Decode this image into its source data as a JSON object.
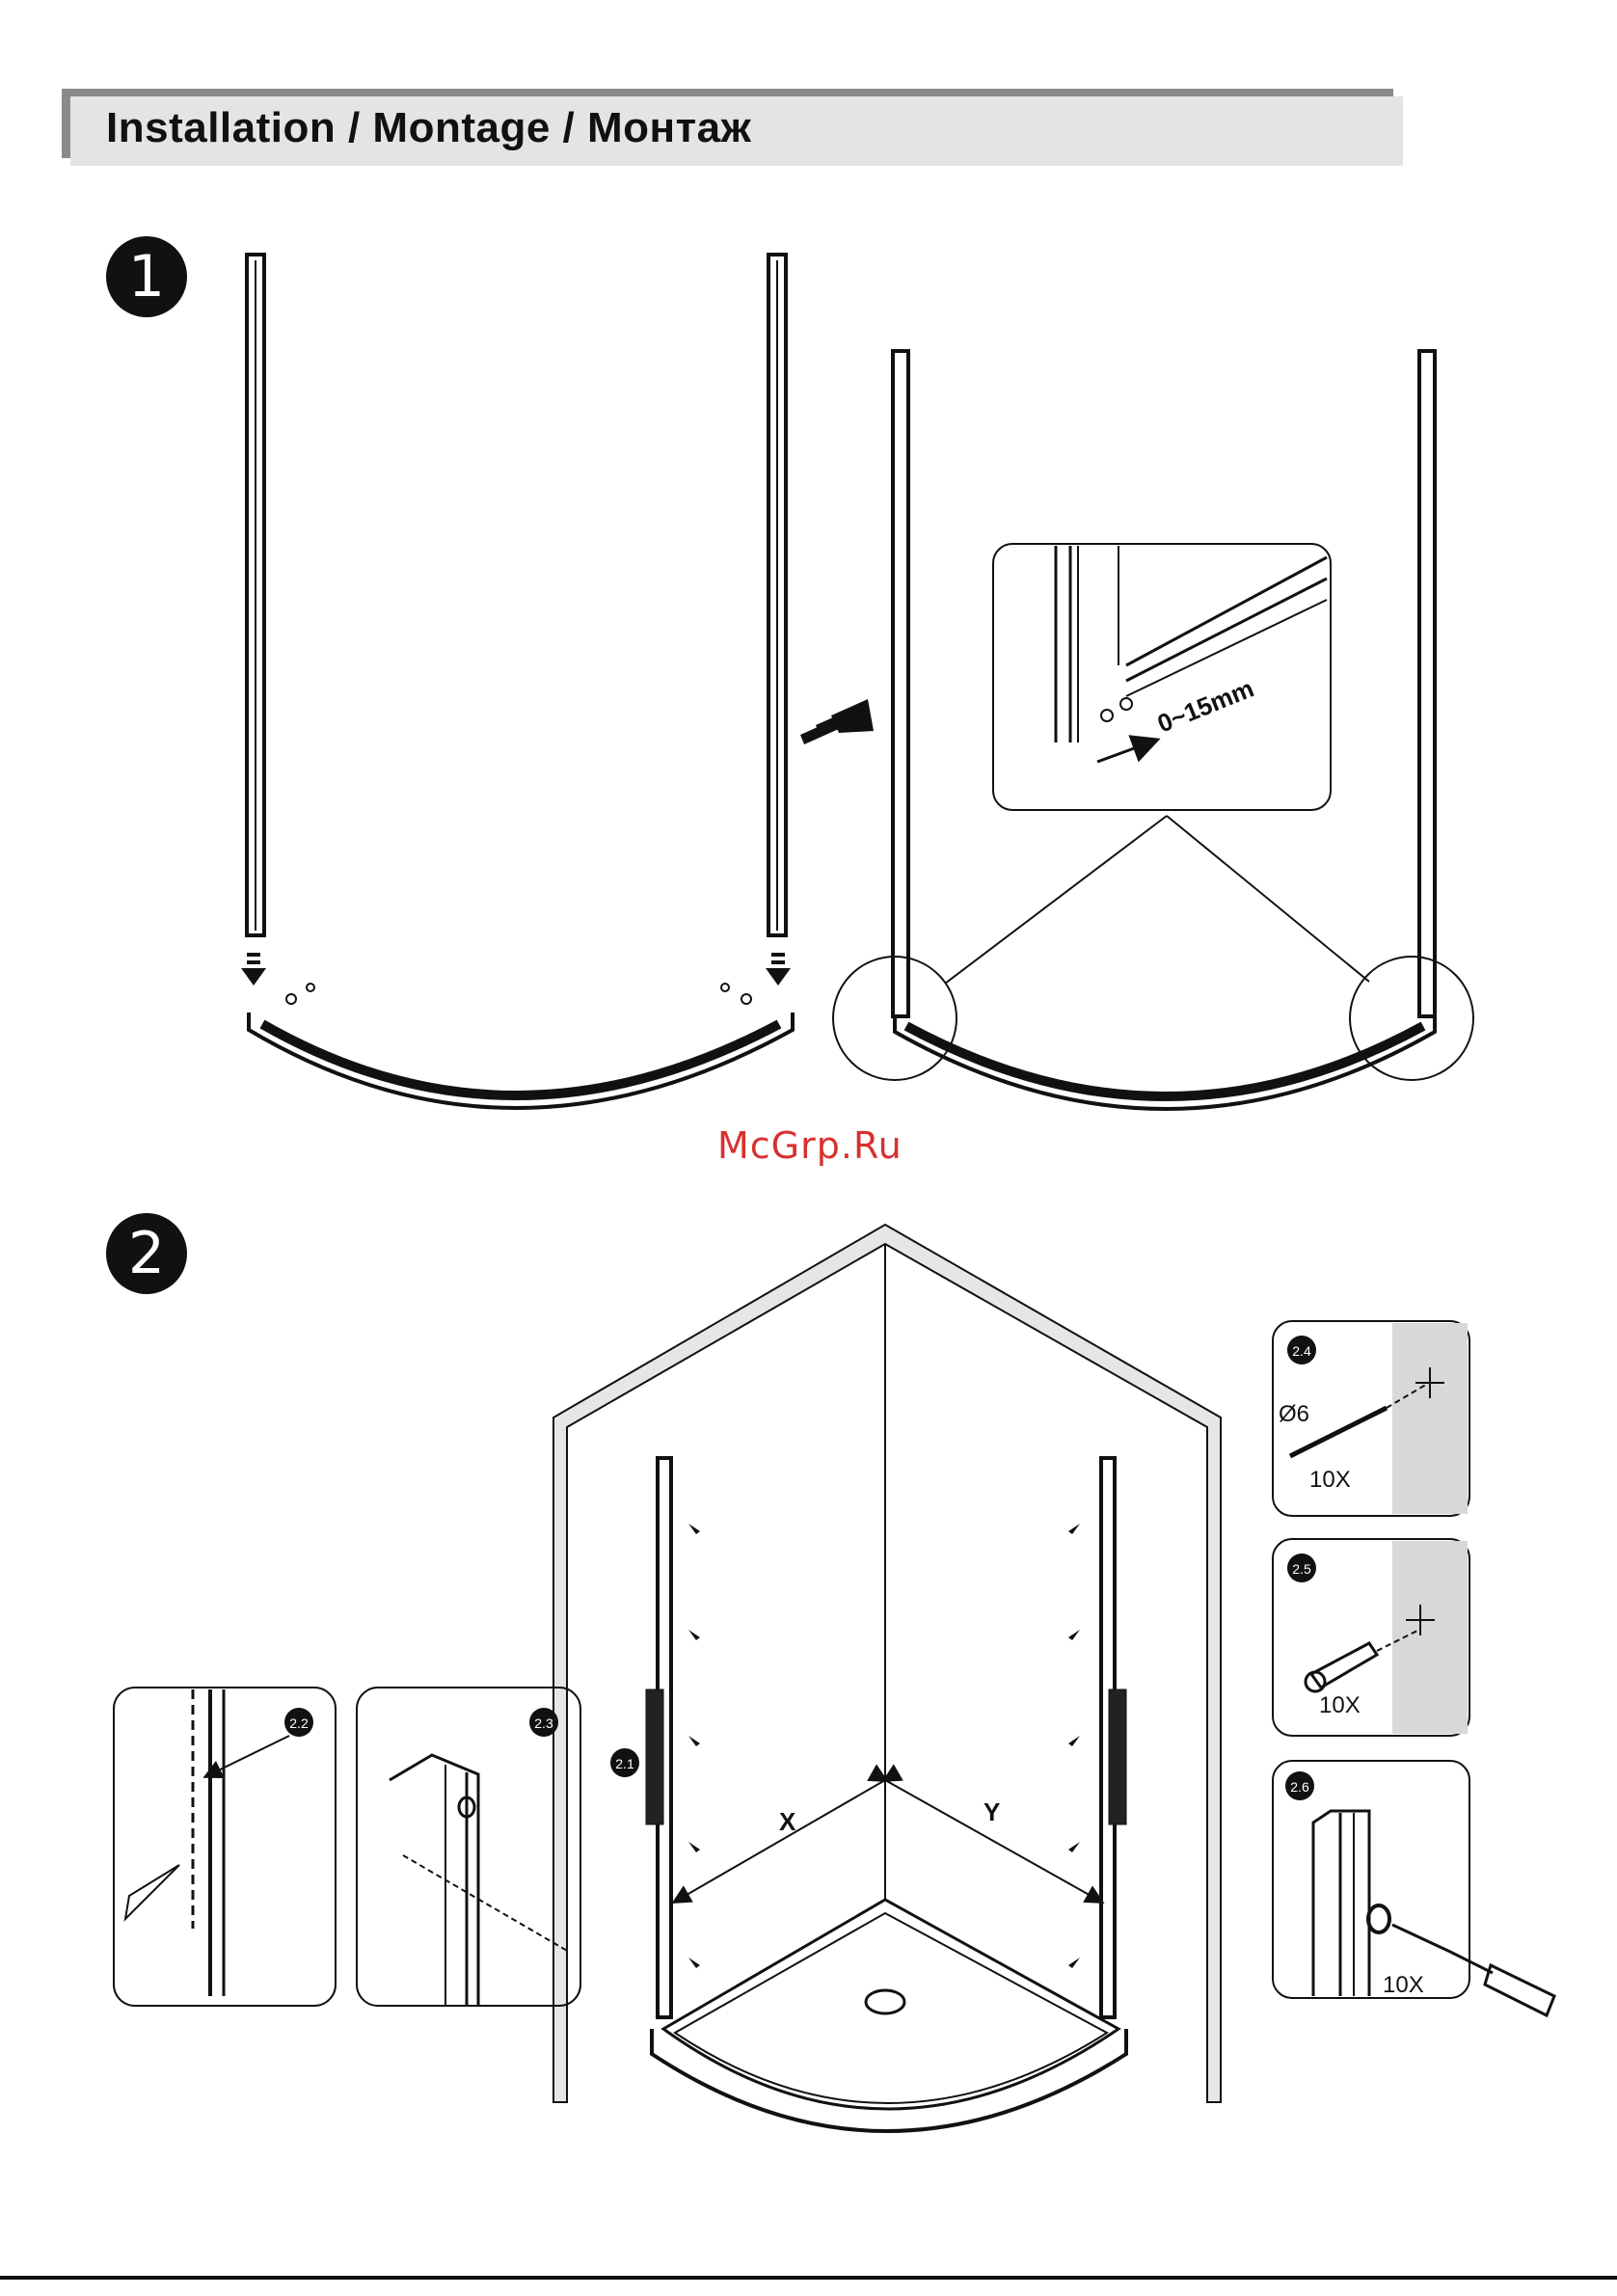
{
  "header": {
    "title": "Installation / Montage / Монтаж"
  },
  "steps": [
    {
      "number": "1"
    },
    {
      "number": "2"
    }
  ],
  "watermark": "McGrp.Ru",
  "step1": {
    "detail_dimension": "0~15mm"
  },
  "step2": {
    "labels": {
      "x": "X",
      "y": "Y"
    },
    "callouts": [
      {
        "id": "2.1"
      },
      {
        "id": "2.2"
      },
      {
        "id": "2.3"
      },
      {
        "id": "2.4",
        "drill": "Ø6",
        "qty": "10X"
      },
      {
        "id": "2.5",
        "qty": "10X"
      },
      {
        "id": "2.6",
        "qty": "10X"
      }
    ]
  }
}
